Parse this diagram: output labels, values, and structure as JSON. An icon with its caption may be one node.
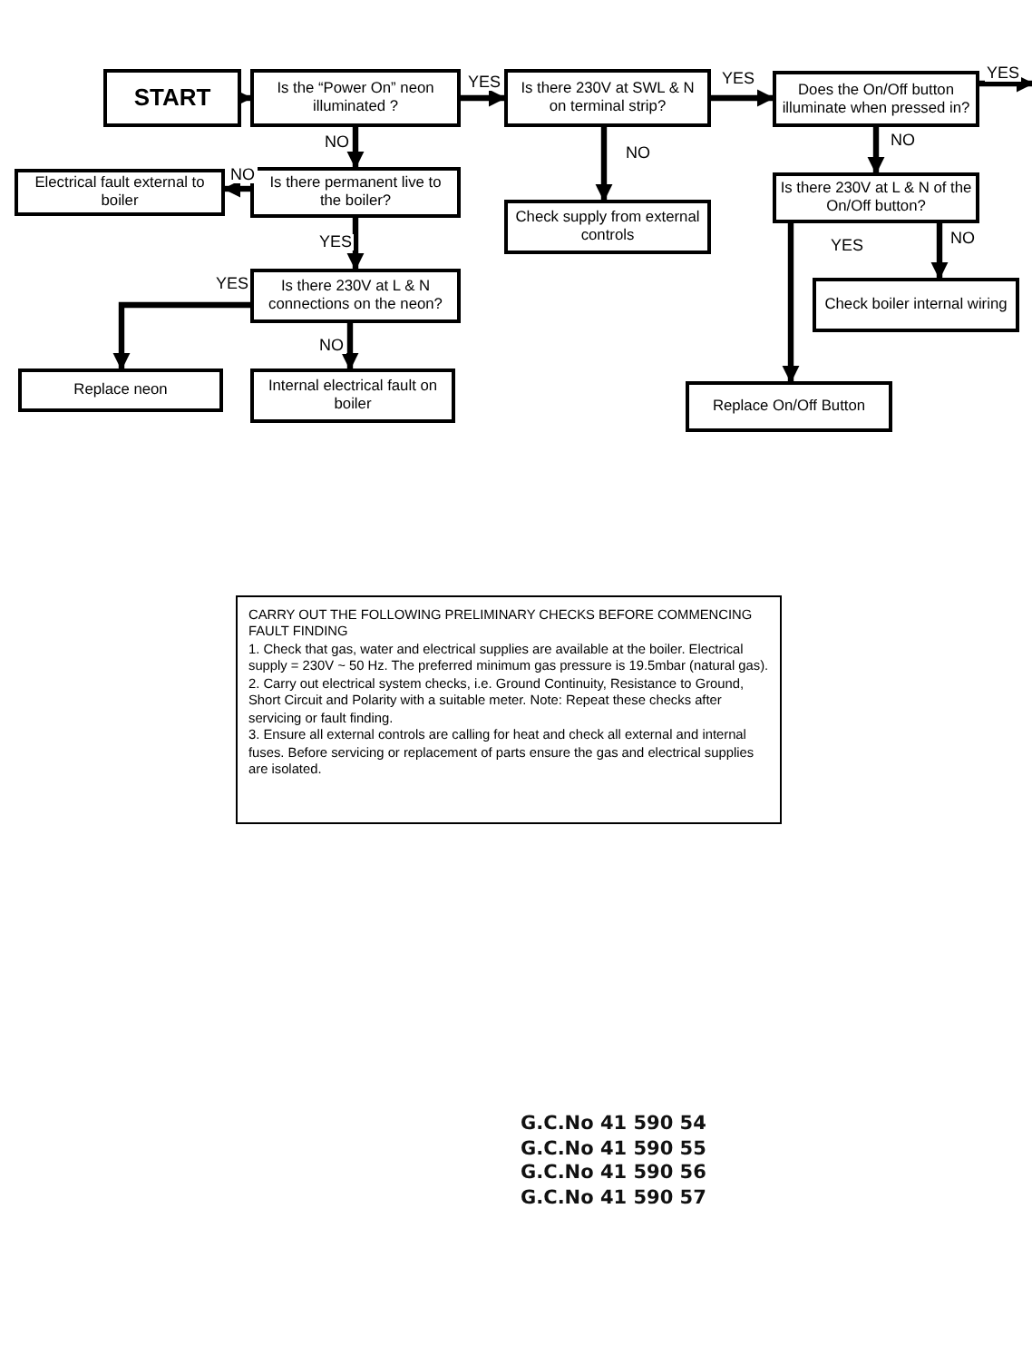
{
  "diagram": {
    "nodes": [
      {
        "text": [
          "START"
        ]
      },
      {
        "text": [
          "Is the “Power On” neon illuminated ?"
        ]
      },
      {
        "text": [
          "Is there 230V at SWL & N on terminal strip?"
        ]
      },
      {
        "text": [
          "Does the On/Off button illuminate when pressed in?"
        ]
      },
      {
        "text": [
          "Electrical fault external to boiler"
        ]
      },
      {
        "text": [
          "Is there permanent live to the boiler?"
        ]
      },
      {
        "text": [
          "Check supply from external controls"
        ]
      },
      {
        "text": [
          "Is there 230V at L & N of the On/Off button?"
        ]
      },
      {
        "text": [
          "Is there 230V at L & N connections on the neon?"
        ]
      },
      {
        "text": [
          "Check boiler internal wiring"
        ]
      },
      {
        "text": [
          "Replace neon"
        ]
      },
      {
        "text": [
          "Internal electrical fault on boiler"
        ]
      },
      {
        "text": [
          "Replace On/Off Button"
        ]
      },
      {
        "text": [
          "CARRY OUT THE FOLLOWING PRELIMINARY CHECKS BEFORE COMMENCING FAULT FINDING",
          "1. Check that gas, water and electrical supplies are available at the boiler. Electrical supply = 230V ~ 50 Hz. The preferred minimum gas pressure is 19.5mbar (natural gas).",
          "2. Carry out electrical system checks, i.e. Ground Continuity, Resistance to Ground, Short Circuit and Polarity with a suitable meter. Note: Repeat these checks  after servicing or fault finding.",
          "3. Ensure all external controls are calling for heat and check all external and internal fuses. Before servicing or replacement of parts ensure the gas and electrical supplies are isolated."
        ]
      }
    ],
    "edges": [
      {
        "from": 0,
        "to": 1,
        "arrow": "to"
      },
      {
        "from": 1,
        "to": 2,
        "arrow": "to",
        "label": "YES"
      },
      {
        "from": 2,
        "to": 3,
        "arrow": "to",
        "label": "YES"
      },
      {
        "from": 3,
        "to": null,
        "arrow": "to",
        "label": "YES"
      },
      {
        "from": 1,
        "to": 5,
        "arrow": "to",
        "label": "NO"
      },
      {
        "from": 5,
        "to": 4,
        "arrow": "to",
        "label": "NO"
      },
      {
        "from": 5,
        "to": 8,
        "arrow": "to",
        "label": "YES"
      },
      {
        "from": 8,
        "to": 10,
        "arrow": "to",
        "label": "YES"
      },
      {
        "from": 8,
        "to": 11,
        "arrow": "to",
        "label": "NO"
      },
      {
        "from": 2,
        "to": 6,
        "arrow": "to",
        "label": "NO"
      },
      {
        "from": 3,
        "to": 7,
        "arrow": "to",
        "label": "NO"
      },
      {
        "from": 7,
        "to": 12,
        "arrow": "to",
        "label": "YES"
      },
      {
        "from": 7,
        "to": 9,
        "arrow": "to",
        "label": "NO"
      }
    ],
    "labels": [
      "G.C.No 41 590 54",
      "G.C.No 41 590 55",
      "G.C.No 41 590 56",
      "G.C.No 41 590 57"
    ]
  }
}
